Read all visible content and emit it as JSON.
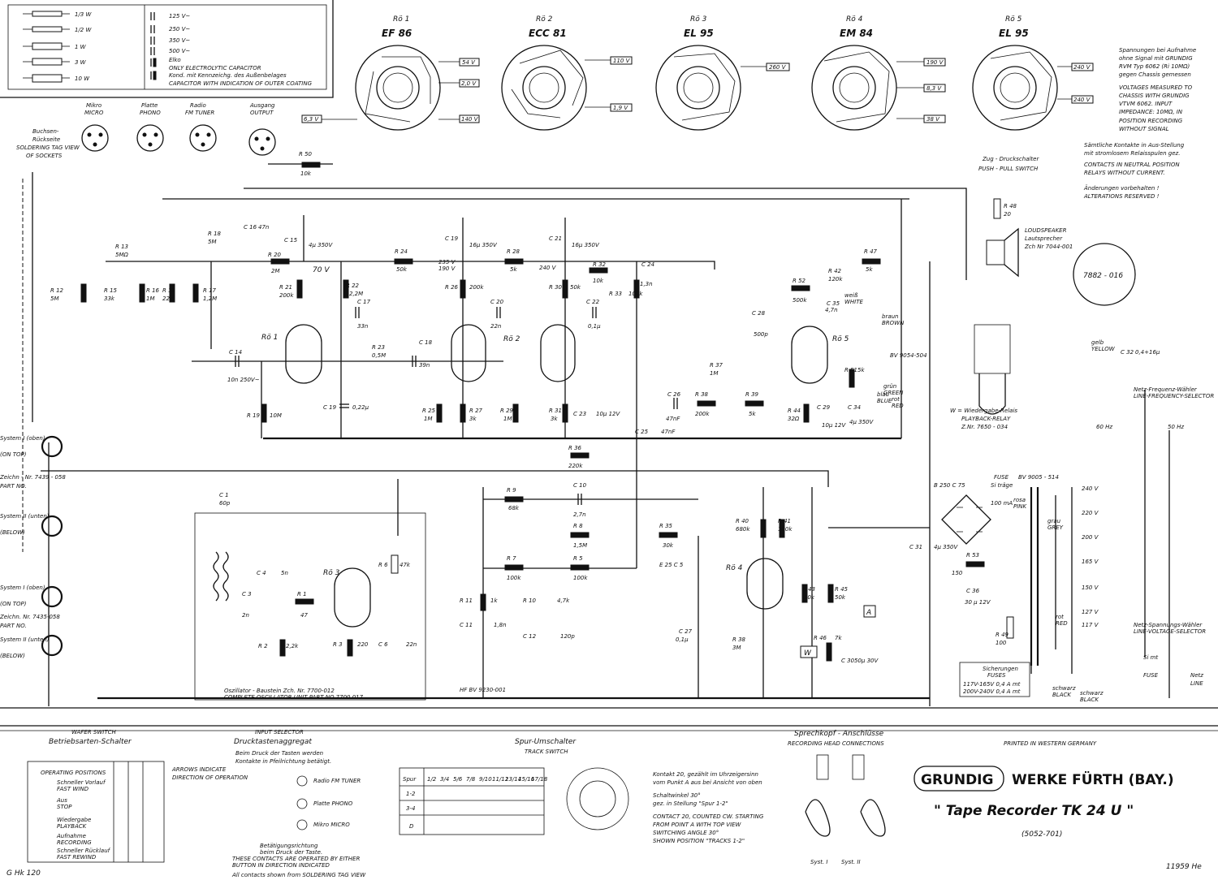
{
  "legend": {
    "resistor_ratings": [
      "1/3 W",
      "1/2 W",
      "1 W",
      "3 W",
      "10 W"
    ],
    "capacitor_ratings": [
      "125 V~",
      "250 V~",
      "350 V~",
      "500 V~",
      "Elko",
      "ONLY ELECTROLYTIC CAPACITOR",
      "Kond. mit Kennzeichg. des Außenbelages",
      "CAPACITOR WITH INDICATION OF OUTER COATING"
    ]
  },
  "tubes": [
    {
      "ref": "Rö 1",
      "type": "EF 86",
      "voltages": [
        "54 V",
        "2,0 V",
        "140 V",
        "6,3 V"
      ]
    },
    {
      "ref": "Rö 2",
      "type": "ECC 81",
      "voltages": [
        "110 V",
        "1,9 V"
      ]
    },
    {
      "ref": "Rö 3",
      "type": "EL 95",
      "voltages": [
        "260 V"
      ]
    },
    {
      "ref": "Rö 4",
      "type": "EM 84",
      "voltages": [
        "190 V",
        "8,3 V",
        "38 V"
      ]
    },
    {
      "ref": "Rö 5",
      "type": "EL 95",
      "voltages": [
        "240 V",
        "240 V"
      ]
    }
  ],
  "voltage_note": [
    "Spannungen bei Aufnahme",
    "ohne Signal mit GRUNDIG",
    "RVM Typ 6062 (Ri 10MΩ)",
    "gegen Chassis gemessen",
    "VOLTAGES MEASURED TO",
    "CHASSIS WITH GRUNDIG",
    "VTVM 6062. INPUT",
    "IMPEDANCE: 10MΩ, IN",
    "POSITION RECORDING",
    "WITHOUT SIGNAL"
  ],
  "contacts_note": [
    "Sämtliche Kontakte in Aus-Stellung",
    "mit stromlosem Relaisspulen gez.",
    "CONTACTS IN NEUTRAL POSITION",
    "RELAYS WITHOUT CURRENT."
  ],
  "alterations": [
    "Änderungen vorbehalten !",
    "ALTERATIONS RESERVED !"
  ],
  "push_pull": [
    "Zug - Druckschalter",
    "PUSH - PULL SWITCH"
  ],
  "inputs": [
    {
      "de": "Mikro",
      "en": "MICRO"
    },
    {
      "de": "Platte",
      "en": "PHONO"
    },
    {
      "de": "Radio",
      "en": "FM TUNER"
    },
    {
      "de": "Ausgang",
      "en": "OUTPUT"
    }
  ],
  "socket_view": [
    "Buchsen-",
    "Rückseite",
    "SOLDERING TAG VIEW",
    "OF SOCKETS"
  ],
  "speaker": [
    "LOUDSPEAKER",
    "Lautsprecher",
    "Zch Nr 7044-001"
  ],
  "motor": "7882 - 016",
  "relay": [
    "W = Wiedergabe-Relais",
    "PLAYBACK-RELAY",
    "Z.Nr. 7650 - 034"
  ],
  "system_labels": [
    {
      "de": "System I (oben)",
      "en": "(ON TOP)"
    },
    {
      "de": "System II (unten)",
      "en": "(BELOW)"
    },
    {
      "de": "System I (oben)",
      "en": "(ON TOP)"
    },
    {
      "de": "System II (unten)",
      "en": "(BELOW)"
    }
  ],
  "part_numbers": [
    "Zeichn - Nr. 7439 - 058",
    "PART NO.",
    "Zeichn. Nr. 7435-058",
    "PART NO."
  ],
  "oscillator": [
    "Oszillator - Baustein Zch. Nr. 7700-012",
    "COMPLETE OSCILLATOR UNIT PART NO 7700 017"
  ],
  "component_labels": [
    "R 50",
    "10k",
    "R 13",
    "5MΩ",
    "R 12",
    "5M",
    "R 15",
    "33k",
    "R 16",
    "1M",
    "R 11",
    "22k",
    "R 17",
    "1,2M",
    "R 18",
    "5M",
    "C 16",
    "47n",
    "R 20",
    "2M",
    "C 15",
    "4μ 350V",
    "R 21",
    "200k",
    "R 22",
    "2,2M",
    "C 17",
    "33n",
    "R 23",
    "0,5M",
    "C 18",
    "39n",
    "R 19",
    "10M",
    "C 14",
    "10n 250V~",
    "C 19",
    "0,22μ",
    "R 24",
    "50k",
    "C 19",
    "16μ 350V",
    "R 26",
    "200k",
    "C 20",
    "22n",
    "R 25",
    "1M",
    "R 27",
    "3k",
    "R 28",
    "5k",
    "C 21",
    "16μ 350V",
    "R 30",
    "50k",
    "R 29",
    "1M",
    "R 31",
    "3k",
    "C 22",
    "0,1μ",
    "C 23",
    "10μ 12V",
    "R 32",
    "10k",
    "C 24",
    "1,3n",
    "R 33",
    "100k",
    "R 47",
    "5k",
    "R 52",
    "500k",
    "R 42",
    "120k",
    "C 35",
    "4,7n",
    "C 28",
    "500p",
    "R 37",
    "1M",
    "R 39",
    "5k",
    "C 26",
    "47nF",
    "R 38",
    "200k",
    "C 25",
    "47nF",
    "R 36",
    "220k",
    "R 44",
    "32Ω",
    "C 29",
    "10μ 12V",
    "C 34",
    "4μ 350V",
    "R 51",
    "5k",
    "R 9",
    "68k",
    "C 10",
    "2,7n",
    "R 8",
    "1,5M",
    "R 35",
    "30k",
    "R 40",
    "680k",
    "R 41",
    "100k",
    "R 7",
    "100k",
    "R 5",
    "100k",
    "R 11",
    "1k",
    "R 10",
    "4,7k",
    "C 11",
    "1,8n",
    "C 12",
    "120p",
    "C 27",
    "0,1μ",
    "R 38",
    "3M",
    "R 43",
    "10k",
    "R 45",
    "50k",
    "R 46",
    "7k",
    "C 30",
    "50μ 30V",
    "C 1",
    "60p",
    "R 6",
    "47k",
    "C 4",
    "5n",
    "C 3",
    "2n",
    "R 1",
    "47",
    "R 2",
    "2,2k",
    "R 3",
    "220",
    "C 6",
    "22n",
    "C 31",
    "4μ 350V",
    "R 53",
    "150",
    "C 36",
    "30 μ 12V",
    "R 49",
    "100",
    "C 32",
    "0,4+16μ",
    "R 48",
    "20"
  ],
  "misc_labels": [
    "70 V",
    "Rö 3",
    "Rö 1",
    "Rö 2",
    "Rö 5",
    "Rö 4",
    "190 V",
    "235 V",
    "240 V",
    "W",
    "A",
    "E 25 C 5",
    "B 250 C 75",
    "FUSE",
    "Si träge",
    "100 mA",
    "BV 9005 - 514",
    "Netz-Spannungs-Wähler",
    "LINE-VOLTAGE-SELECTOR",
    "Netz-Frequenz-Wähler",
    "LINE-FREQUENCY-SELECTOR",
    "60 Hz",
    "50 Hz",
    "240 V",
    "220 V",
    "200 V",
    "165 V",
    "150 V",
    "127 V",
    "117 V",
    "Si mt",
    "FUSE",
    "Netz",
    "LINE",
    "schwarz",
    "BLACK",
    "rot",
    "RED",
    "HF BV 9230-001",
    "BV 9054-504",
    "Sicherungen",
    "FUSES",
    "117V-165V 0,4 A mt",
    "200V-240V 0,4 A mt"
  ],
  "wafer_switch": {
    "title": "WAFER SWITCH",
    "subtitle": "Betriebsarten-Schalter",
    "rows": [
      "OPERATING POSITIONS",
      "Schneller Vorlauf",
      "FAST WIND",
      "Aus",
      "STOP",
      "Wiedergabe",
      "PLAYBACK",
      "Aufnahme",
      "RECORDING",
      "Schneller Rücklauf",
      "FAST REWIND"
    ]
  },
  "input_selector": {
    "title": "INPUT SELECTOR",
    "subtitle": "Drucktastenaggregat",
    "notes": [
      "Beim Druck der Tasten werden",
      "Kontakte in Pfeilrichtung betätigt.",
      "ARROWS INDICATE",
      "DIRECTION OF OPERATION"
    ],
    "keys": [
      "Radio FM TUNER",
      "Platte PHONO",
      "Mikro MICRO"
    ],
    "footnotes": [
      "Betätigungsrichtung",
      "beim Druck der Taste.",
      "THESE CONTACTS ARE OPERATED BY EITHER",
      "BUTTON IN DIRECTION INDICATED",
      "All contacts shown from SOLDERING TAG VIEW"
    ]
  },
  "track_switch": {
    "title": "Spur-Umschalter",
    "subtitle": "TRACK SWITCH",
    "header": "Spur",
    "cols": [
      "1/2",
      "3/4",
      "5/6",
      "7/8",
      "9/10",
      "11/12",
      "13/14",
      "15/16",
      "17/18"
    ],
    "rows": [
      "1-2",
      "3-4",
      "D"
    ],
    "notes": [
      "Kontakt 20, gezählt im Uhrzeigersinn",
      "vom Punkt A aus bei Ansicht von oben",
      "Schaltwinkel 30°",
      "gez. in Stellung \"Spur 1-2\"",
      "CONTACT 20, COUNTED CW. STARTING",
      "FROM POINT A WITH TOP VIEW",
      "SWITCHING ANGLE 30°",
      "SHOWN POSITION \"TRACKS 1-2\""
    ]
  },
  "head_connections": {
    "title": "Sprechkopf - Anschlüsse",
    "subtitle": "RECORDING HEAD CONNECTIONS",
    "labels": [
      "Syst. I",
      "Syst. II"
    ]
  },
  "brand": "GRUNDIG",
  "maker": "WERKE FÜRTH (BAY.)",
  "model": "\" Tape Recorder  TK 24 U \"",
  "model_no": "(5052-701)",
  "printed": "PRINTED IN WESTERN GERMANY",
  "drawing_no": "G Hk 120",
  "date_code": "11959 He",
  "wire_colours": [
    "gelb",
    "YELLOW",
    "blau",
    "BLUE",
    "grün",
    "GREEN",
    "weiß",
    "WHITE",
    "rot",
    "RED",
    "braun",
    "BROWN",
    "schwarz",
    "BLACK",
    "rosa",
    "PINK",
    "grau",
    "GREY"
  ]
}
